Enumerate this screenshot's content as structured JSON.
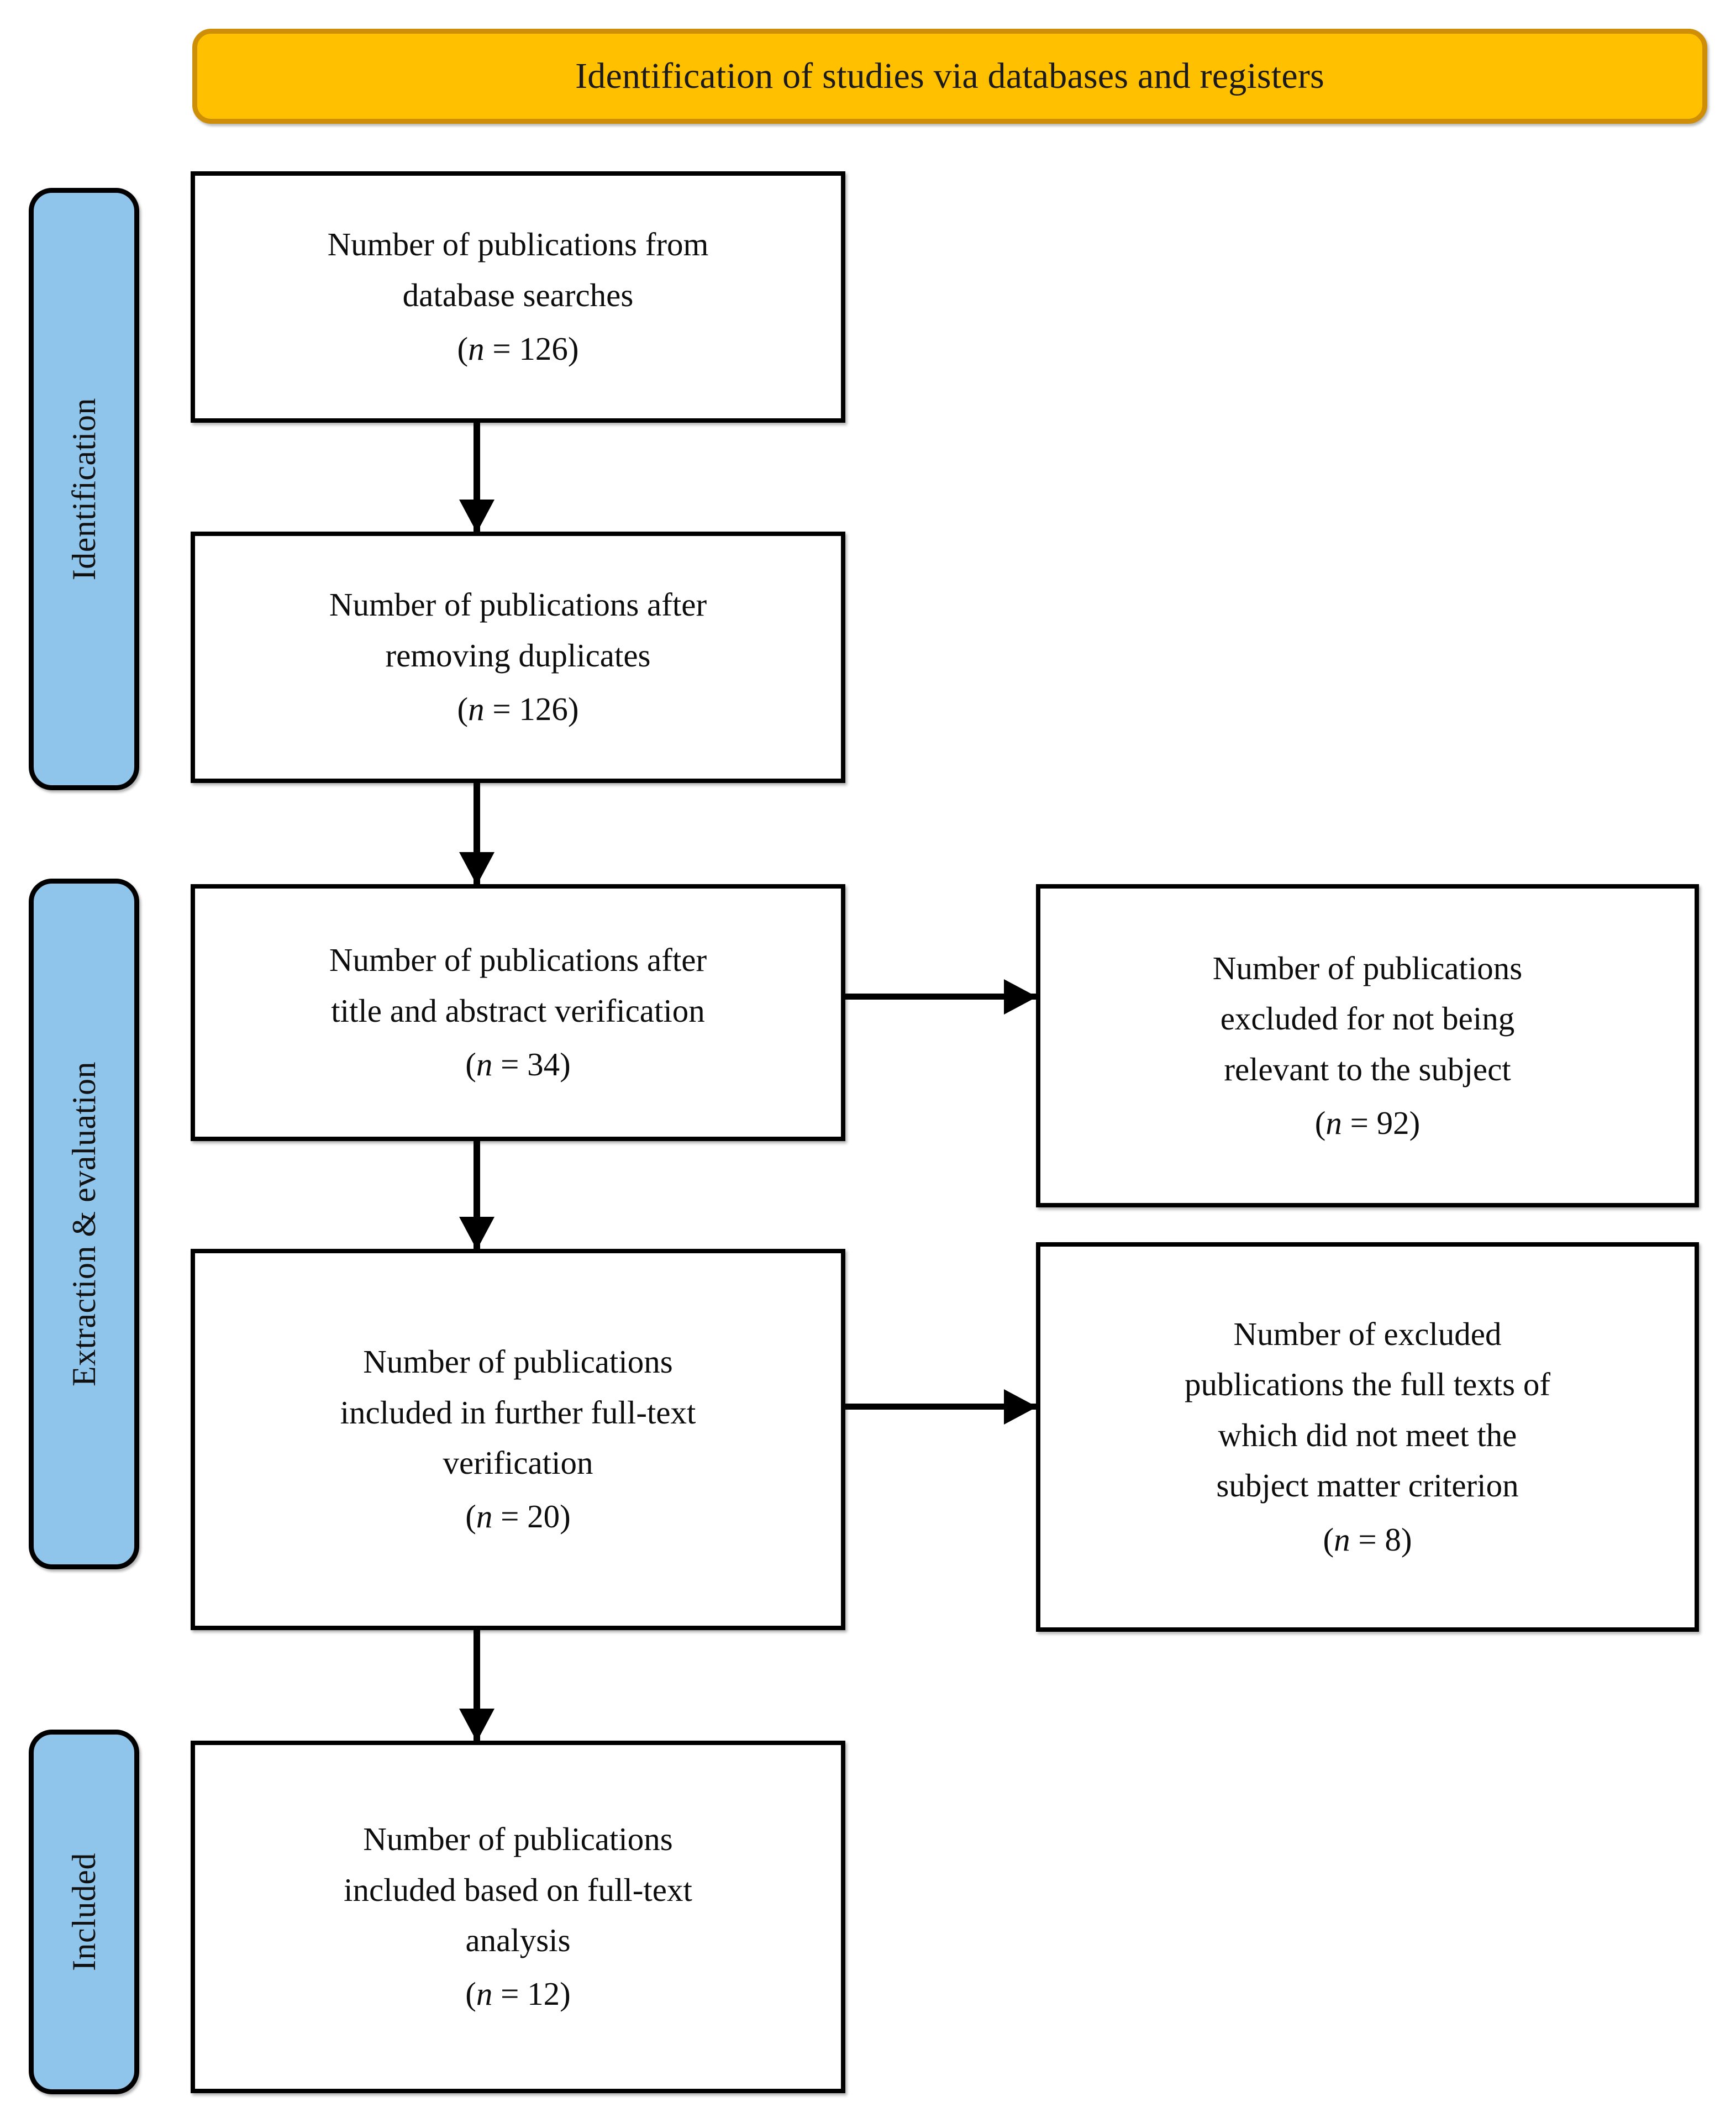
{
  "header": {
    "title": "Identification of studies via databases and registers",
    "fill_color": "#FFC000",
    "border_color": "#CE8E08"
  },
  "stages": {
    "fill_color": "#8FC4EB",
    "border_color": "#000000",
    "items": [
      {
        "id": "identification",
        "label": "Identification"
      },
      {
        "id": "extraction-evaluation",
        "label": "Extraction & evaluation"
      },
      {
        "id": "included",
        "label": "Included"
      }
    ]
  },
  "flow": {
    "boxes": [
      {
        "id": "db-search",
        "column": "left",
        "lines": [
          "Number of publications from",
          "database searches"
        ],
        "n_prefix": "(",
        "n_symbol": "n",
        "n_equals": " = ",
        "n_value": "126",
        "n_suffix": ")"
      },
      {
        "id": "duplicates",
        "column": "left",
        "lines": [
          "Number of publications after",
          "removing duplicates"
        ],
        "n_prefix": "(",
        "n_symbol": "n",
        "n_equals": " = ",
        "n_value": "126",
        "n_suffix": ")"
      },
      {
        "id": "title-abstract",
        "column": "left",
        "lines": [
          "Number of publications after",
          "title and abstract verification"
        ],
        "n_prefix": "(",
        "n_symbol": "n",
        "n_equals": " = ",
        "n_value": "34",
        "n_suffix": ")"
      },
      {
        "id": "full-text-verification",
        "column": "left",
        "lines": [
          "Number of publications",
          "included in further full-text",
          "verification"
        ],
        "n_prefix": "(",
        "n_symbol": "n",
        "n_equals": " = ",
        "n_value": "20",
        "n_suffix": ")"
      },
      {
        "id": "included-analysis",
        "column": "left",
        "lines": [
          "Number of publications",
          "included based on full-text",
          "analysis"
        ],
        "n_prefix": "(",
        "n_symbol": "n",
        "n_equals": " = ",
        "n_value": "12",
        "n_suffix": ")"
      },
      {
        "id": "excluded-relevance",
        "column": "right",
        "lines": [
          "Number of publications",
          "excluded for not being",
          "relevant to the subject"
        ],
        "n_prefix": "(",
        "n_symbol": "n",
        "n_equals": " = ",
        "n_value": "92",
        "n_suffix": ")"
      },
      {
        "id": "excluded-full-text",
        "column": "right",
        "lines": [
          "Number of excluded",
          "publications the full texts of",
          "which did not meet the",
          "subject matter criterion"
        ],
        "n_prefix": "(",
        "n_symbol": "n",
        "n_equals": " = ",
        "n_value": "8",
        "n_suffix": ")"
      }
    ],
    "connectors": [
      {
        "id": "db-to-duplicates",
        "direction": "down"
      },
      {
        "id": "duplicates-to-title-abstract",
        "direction": "down"
      },
      {
        "id": "title-abstract-to-full-text",
        "direction": "down"
      },
      {
        "id": "full-text-to-included",
        "direction": "down"
      },
      {
        "id": "title-abstract-to-excluded-relevance",
        "direction": "right"
      },
      {
        "id": "full-text-to-excluded-full-text",
        "direction": "right"
      }
    ]
  },
  "chart_data": {
    "type": "diagram",
    "title": "Identification of studies via databases and registers",
    "diagram_kind": "PRISMA flow diagram",
    "stages": [
      "Identification",
      "Extraction & evaluation",
      "Included"
    ],
    "nodes": [
      {
        "label": "Number of publications from database searches",
        "n": 126,
        "stage": "Identification"
      },
      {
        "label": "Number of publications after removing duplicates",
        "n": 126,
        "stage": "Identification"
      },
      {
        "label": "Number of publications after title and abstract verification",
        "n": 34,
        "stage": "Extraction & evaluation"
      },
      {
        "label": "Number of publications excluded for not being relevant to the subject",
        "n": 92,
        "stage": "Extraction & evaluation"
      },
      {
        "label": "Number of publications included in further full-text verification",
        "n": 20,
        "stage": "Extraction & evaluation"
      },
      {
        "label": "Number of excluded publications the full texts of which did not meet the subject matter criterion",
        "n": 8,
        "stage": "Extraction & evaluation"
      },
      {
        "label": "Number of publications included based on full-text analysis",
        "n": 12,
        "stage": "Included"
      }
    ],
    "edges": [
      {
        "from": "Number of publications from database searches",
        "to": "Number of publications after removing duplicates"
      },
      {
        "from": "Number of publications after removing duplicates",
        "to": "Number of publications after title and abstract verification"
      },
      {
        "from": "Number of publications after title and abstract verification",
        "to": "Number of publications excluded for not being relevant to the subject"
      },
      {
        "from": "Number of publications after title and abstract verification",
        "to": "Number of publications included in further full-text verification"
      },
      {
        "from": "Number of publications included in further full-text verification",
        "to": "Number of excluded publications the full texts of which did not meet the subject matter criterion"
      },
      {
        "from": "Number of publications included in further full-text verification",
        "to": "Number of publications included based on full-text analysis"
      }
    ]
  }
}
